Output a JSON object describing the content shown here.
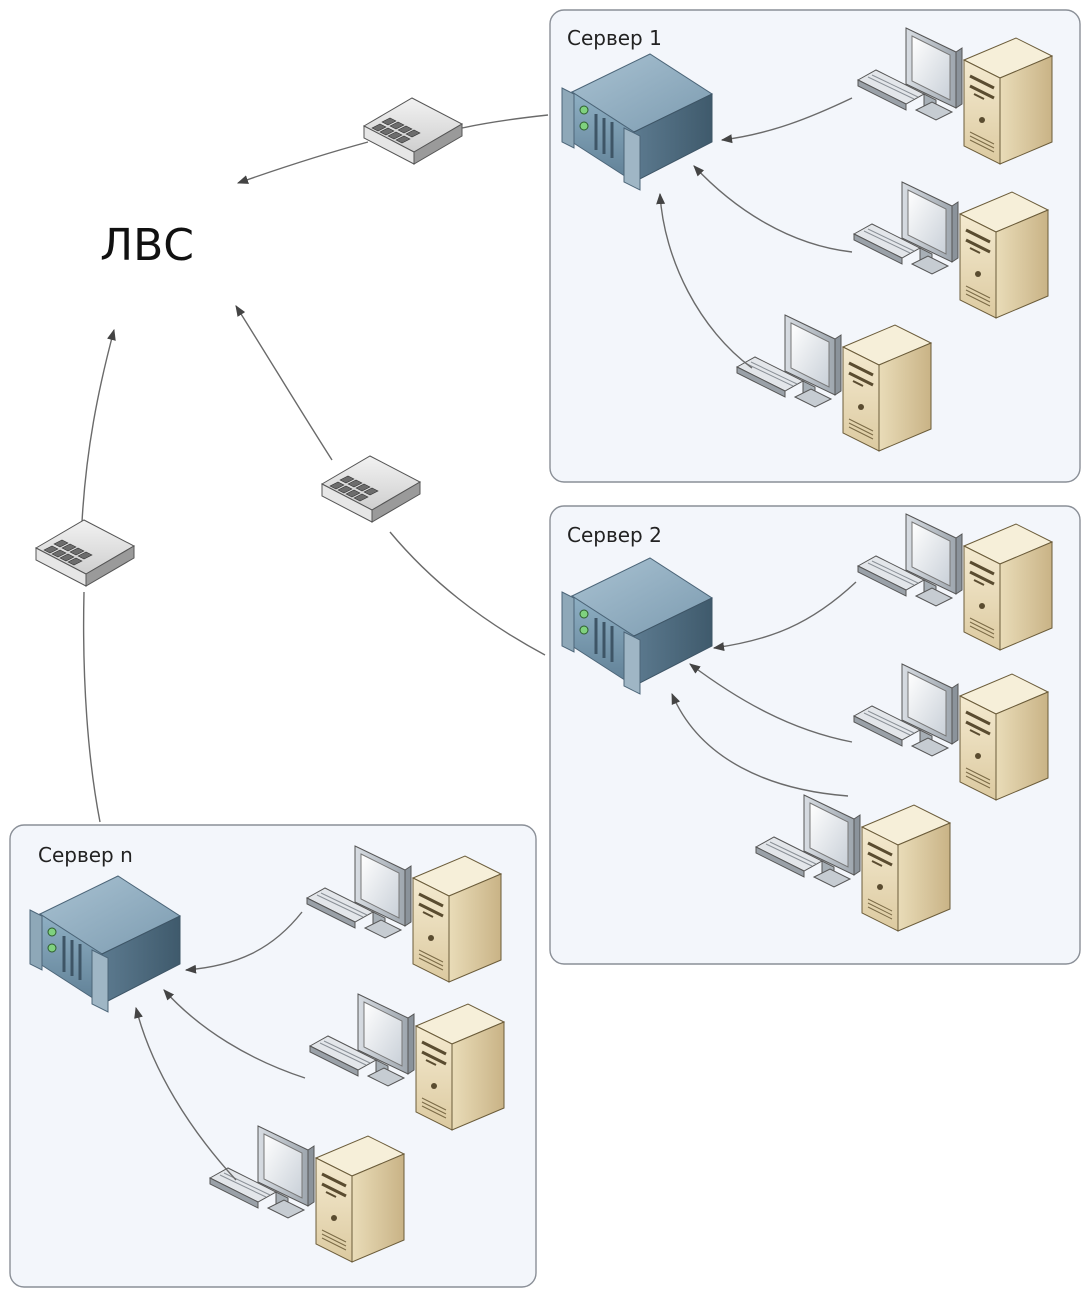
{
  "lan": {
    "label": "ЛВС"
  },
  "groups": [
    {
      "label": "Сервер 1",
      "workstations": 3
    },
    {
      "label": "Сервер 2",
      "workstations": 3
    },
    {
      "label": "Сервер n",
      "workstations": 3
    }
  ],
  "switches": 3,
  "colors": {
    "group_fill": "#f3f6fb",
    "group_border": "#8a8f97",
    "server_body": "#6e8ea3",
    "computer_case": "#eadcb8",
    "link": "#6a6a6a"
  }
}
